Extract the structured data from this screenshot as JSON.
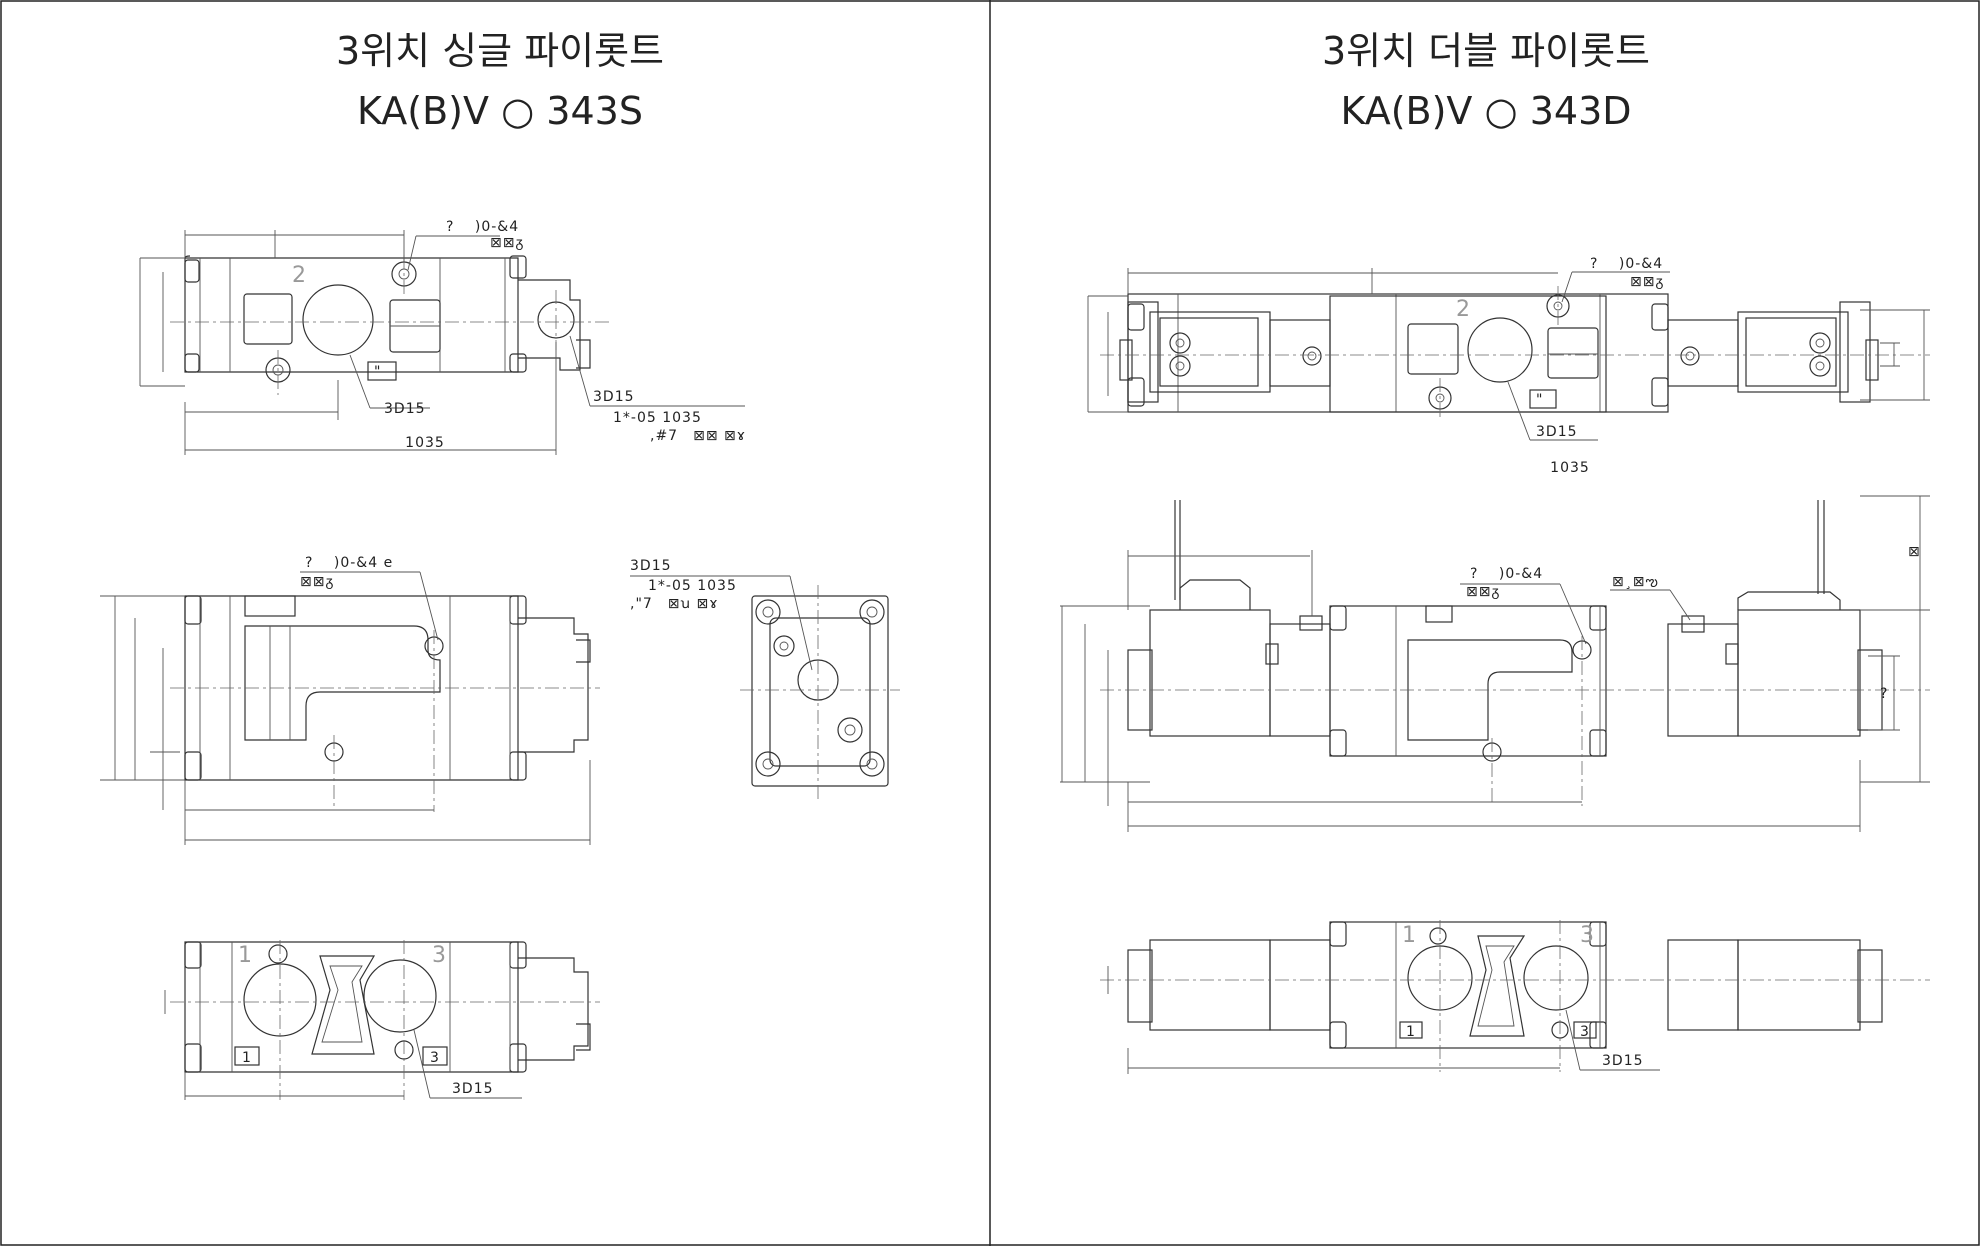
{
  "left_panel": {
    "title_line1": "3위치 싱글 파이롯트",
    "title_line2": "KA(B)V ○ 343S",
    "top_view": {
      "note_pilot_line1": "?　 )0-&4",
      "note_pilot_line2": "⊠⊠ᵹ",
      "port_label": "2",
      "callout_port": "3D15",
      "callout_exhaust": "3D15",
      "callout_exhaust_line2": "1*-05 1035",
      "callout_exhaust_line3": ",#7　⊠⊠ ⊠ɤ",
      "dimension_overall": "1035",
      "mark_quote": "\""
    },
    "side_view": {
      "note_pilot_line1": "?　 )0-&4 e",
      "note_pilot_line2": "⊠⊠ᵹ"
    },
    "end_view": {
      "callout_line1": "3D15",
      "callout_line2": "1*-05 1035",
      "callout_line3": ",\"7　⊠ꭒ ⊠ɤ"
    },
    "bottom_view": {
      "port1_num": "1",
      "port3_num": "3",
      "port1_box": "1",
      "port3_box": "3",
      "callout": "3D15"
    }
  },
  "right_panel": {
    "title_line1": "3위치 더블 파이롯트",
    "title_line2": "KA(B)V ○ 343D",
    "top_view": {
      "note_pilot_line1": "?　 )0-&4",
      "note_pilot_line2": "⊠⊠ᵹ",
      "port_label": "2",
      "callout_port": "3D15",
      "dimension_overall": "1035",
      "mark_quote": "\""
    },
    "side_view": {
      "note_pilot_line1": "?　 )0-&4",
      "note_pilot_line2": "⊠⊠ᵹ",
      "note_manual": "⊠¸⊠ఌ",
      "dim_right_top": "⊠",
      "dim_right_mid": "?"
    },
    "bottom_view": {
      "port1_num": "1",
      "port3_num": "3",
      "port1_box": "1",
      "port3_box": "3",
      "callout": "3D15"
    }
  }
}
